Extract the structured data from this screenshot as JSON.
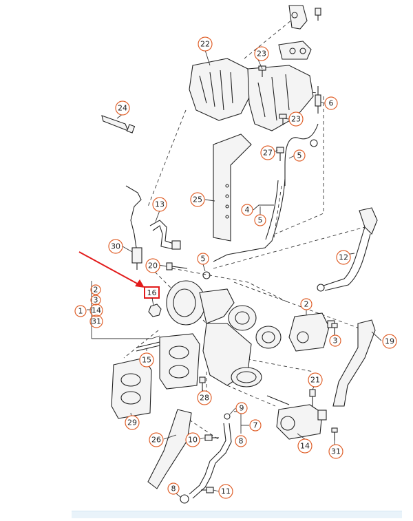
{
  "diagram": {
    "highlight": {
      "label": "16",
      "accent": "#e21b1b"
    },
    "arrow": {
      "color": "#e21b1b"
    },
    "bubble_color": "#e0602a",
    "callouts": [
      {
        "id": "22",
        "label": "22"
      },
      {
        "id": "23a",
        "label": "23"
      },
      {
        "id": "23b",
        "label": "23"
      },
      {
        "id": "24",
        "label": "24"
      },
      {
        "id": "6",
        "label": "6"
      },
      {
        "id": "27",
        "label": "27"
      },
      {
        "id": "5a",
        "label": "5"
      },
      {
        "id": "25",
        "label": "25"
      },
      {
        "id": "13",
        "label": "13"
      },
      {
        "id": "4",
        "label": "4"
      },
      {
        "id": "5b",
        "label": "5"
      },
      {
        "id": "30",
        "label": "30"
      },
      {
        "id": "12",
        "label": "12"
      },
      {
        "id": "5c",
        "label": "5"
      },
      {
        "id": "20",
        "label": "20"
      },
      {
        "id": "2r",
        "label": "2"
      },
      {
        "id": "1",
        "label": "1"
      },
      {
        "id": "3r",
        "label": "3"
      },
      {
        "id": "19",
        "label": "19"
      },
      {
        "id": "15",
        "label": "15"
      },
      {
        "id": "21",
        "label": "21"
      },
      {
        "id": "28",
        "label": "28"
      },
      {
        "id": "9",
        "label": "9"
      },
      {
        "id": "29",
        "label": "29"
      },
      {
        "id": "7",
        "label": "7"
      },
      {
        "id": "26",
        "label": "26"
      },
      {
        "id": "10",
        "label": "10"
      },
      {
        "id": "8a",
        "label": "8"
      },
      {
        "id": "14r",
        "label": "14"
      },
      {
        "id": "31r",
        "label": "31"
      },
      {
        "id": "8b",
        "label": "8"
      },
      {
        "id": "11",
        "label": "11"
      }
    ],
    "group_list": [
      "2",
      "3",
      "14",
      "31"
    ]
  }
}
